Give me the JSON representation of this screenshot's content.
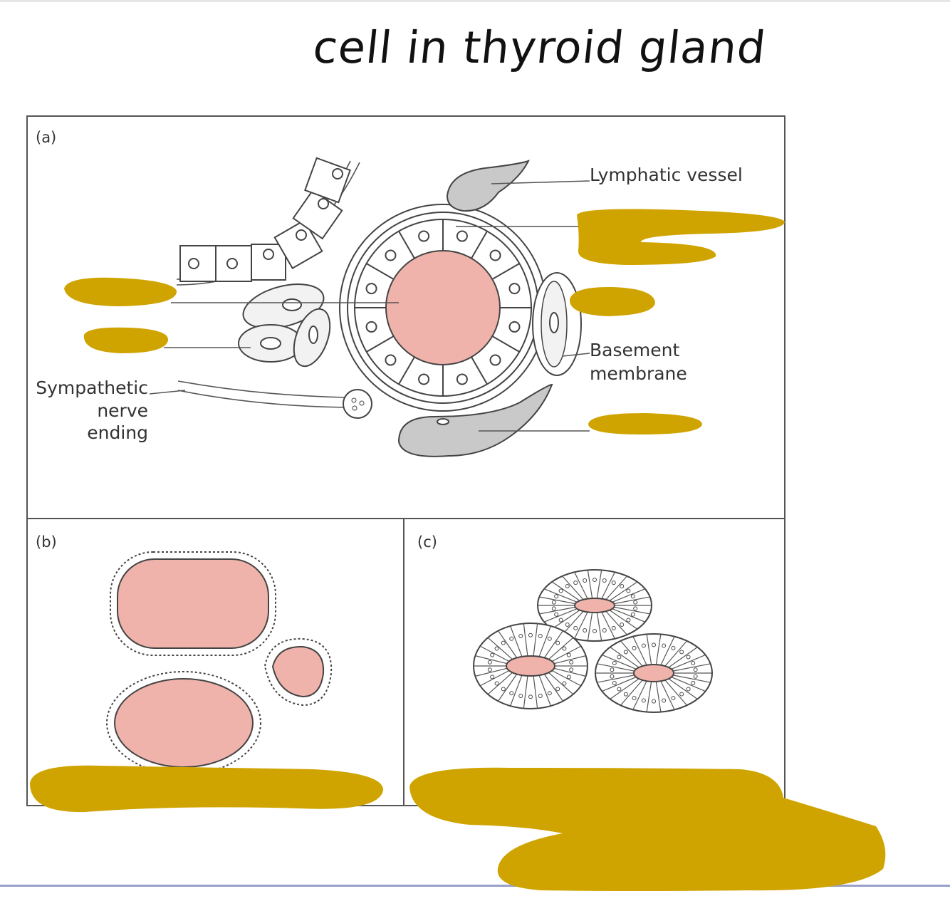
{
  "annotation": {
    "title": "cell in thyroid gland"
  },
  "panels": [
    {
      "id": "a",
      "label": "(a)"
    },
    {
      "id": "b",
      "label": "(b)"
    },
    {
      "id": "c",
      "label": "(c)"
    }
  ],
  "labels": {
    "lymphatic_vessel": "Lymphatic vessel",
    "basement_membrane_line1": "Basement",
    "basement_membrane_line2": "membrane",
    "sympathetic_line1": "Sympathetic",
    "sympathetic_line2": "nerve",
    "sympathetic_line3": "ending"
  },
  "colors": {
    "colloid": "#efb3ab",
    "vessel": "#c9c9c9",
    "redaction": "#cfa400"
  }
}
